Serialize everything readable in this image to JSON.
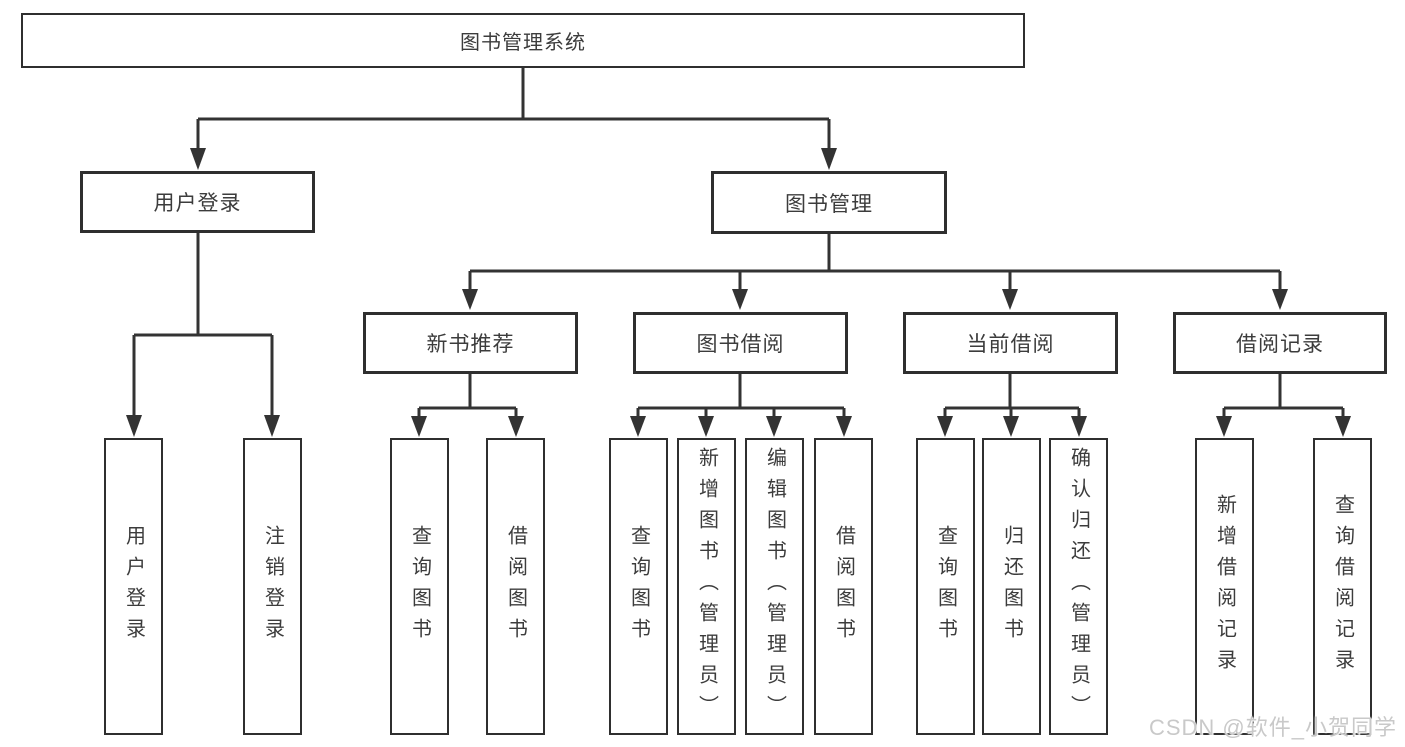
{
  "colors": {
    "line": "#333333",
    "box_border": "#2f2f2f",
    "text": "#3c3c3c",
    "background": "#ffffff",
    "watermark": "#c9c9c9"
  },
  "diagram": {
    "root": {
      "label": "图书管理系统"
    },
    "level1": [
      {
        "label": "用户登录"
      },
      {
        "label": "图书管理"
      }
    ],
    "level2": [
      {
        "label": "新书推荐"
      },
      {
        "label": "图书借阅"
      },
      {
        "label": "当前借阅"
      },
      {
        "label": "借阅记录"
      }
    ],
    "leaves": {
      "user_login": [
        "用户登录",
        "注销登录"
      ],
      "new_book": [
        "查询图书",
        "借阅图书"
      ],
      "book_borrow": [
        "查询图书",
        "新增图书（管理员）",
        "编辑图书（管理员）",
        "借阅图书"
      ],
      "current_borrow": [
        "查询图书",
        "归还图书",
        "确认归还（管理员）"
      ],
      "borrow_records": [
        "新增借阅记录",
        "查询借阅记录"
      ]
    }
  },
  "watermark": {
    "text": "CSDN @软件_小贺同学"
  }
}
